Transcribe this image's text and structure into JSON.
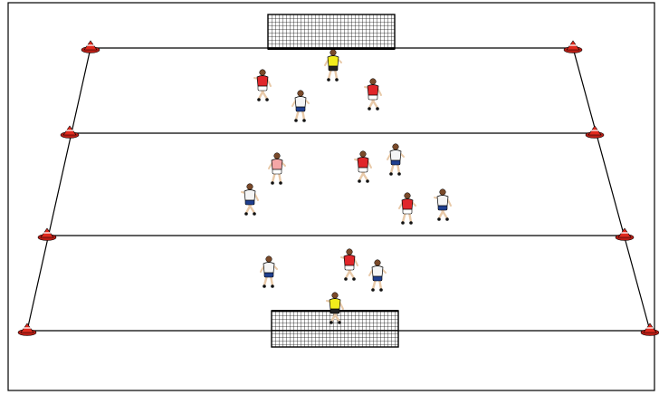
{
  "diagram": {
    "type": "soccer-drill-field",
    "zones": 3,
    "goals": [
      "top-goal",
      "bottom-goal"
    ],
    "team_colors": {
      "red_team": "#e0262a",
      "white_team": "#f5f5f5",
      "white_team_shorts": "#1f3f8f",
      "goalkeeper": "#f2ec1c",
      "neutral_player": "#f4a6a6",
      "cone": "#e02a1e",
      "line": "#000000"
    },
    "players": [
      {
        "name": "goalkeeper-top",
        "team": "goalkeeper"
      },
      {
        "name": "red-player-1",
        "team": "red_team"
      },
      {
        "name": "white-player-1",
        "team": "white_team"
      },
      {
        "name": "red-player-2",
        "team": "red_team"
      },
      {
        "name": "neutral-player",
        "team": "neutral"
      },
      {
        "name": "red-player-3",
        "team": "red_team"
      },
      {
        "name": "white-player-2",
        "team": "white_team"
      },
      {
        "name": "white-player-3",
        "team": "white_team"
      },
      {
        "name": "red-player-4",
        "team": "red_team"
      },
      {
        "name": "white-player-4",
        "team": "white_team"
      },
      {
        "name": "white-player-5",
        "team": "white_team"
      },
      {
        "name": "red-player-5",
        "team": "red_team"
      },
      {
        "name": "white-player-6",
        "team": "white_team"
      },
      {
        "name": "goalkeeper-bottom",
        "team": "goalkeeper"
      }
    ],
    "cones": 8
  }
}
